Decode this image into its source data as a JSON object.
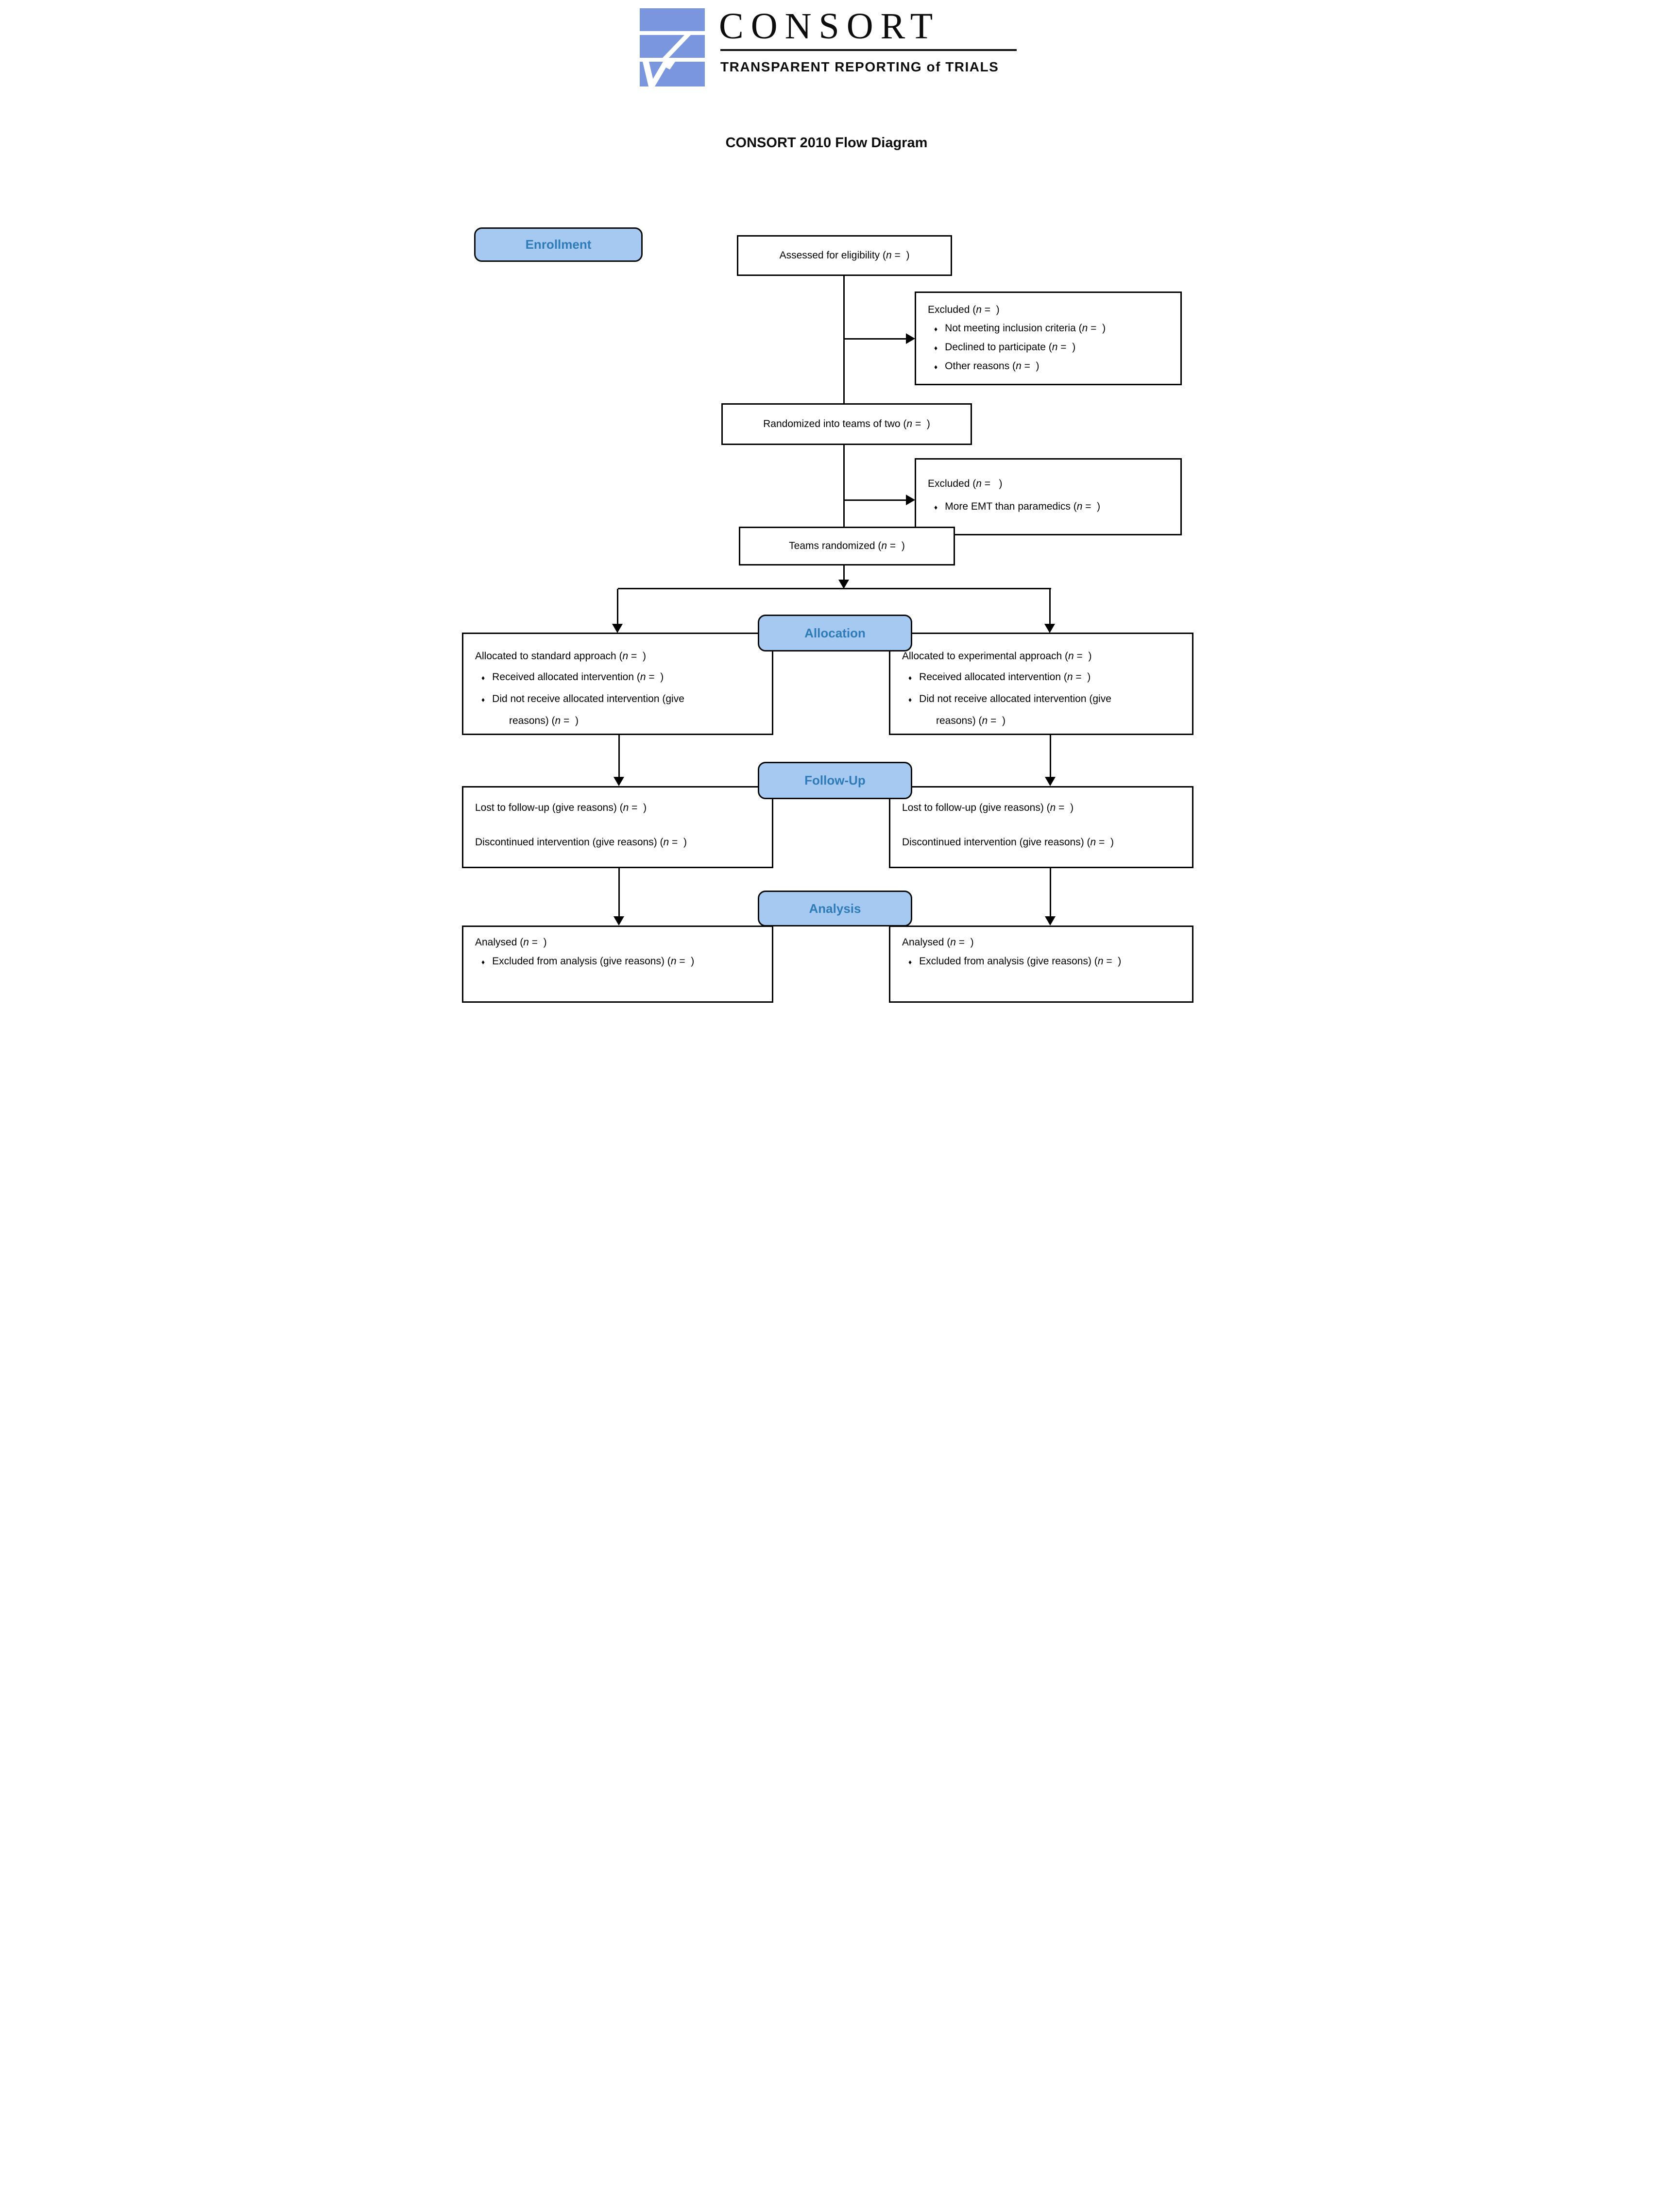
{
  "title": "CONSORT 2010 Flow Diagram",
  "logo": {
    "wordmark": "CONSORT",
    "tagline": "TRANSPARENT REPORTING of TRIALS"
  },
  "bullet": "♦",
  "colors": {
    "label_fill": "#A6C9F2",
    "label_text": "#2E7BB8",
    "logo_mark": "#7A96DF",
    "line": "#000000"
  },
  "stages": {
    "enrollment": "Enrollment",
    "allocation": "Allocation",
    "followup": "Follow-Up",
    "analysis": "Analysis"
  },
  "boxes": {
    "assessed": "Assessed for eligibility (n =  )",
    "excluded_enrollment": {
      "title": "Excluded (n =  )",
      "items": [
        "Not meeting inclusion criteria (n =  )",
        "Declined to participate (n =  )",
        "Other reasons (n =  )"
      ]
    },
    "randomized": "Randomized into teams of two (n =  )",
    "excluded_randomization": {
      "title": "Excluded (n =   )",
      "items": [
        "More EMT than paramedics (n =  )"
      ]
    },
    "teams_randomized": "Teams randomized (n =  )",
    "allocation_left": {
      "title": "Allocated to standard approach (n =  )",
      "bullet1": "Received allocated intervention (n =  )",
      "bullet2_line1": "Did not receive allocated intervention (give",
      "bullet2_line2": "reasons) (n =  )"
    },
    "allocation_right": {
      "title": "Allocated to experimental approach (n =  )",
      "bullet1": "Received allocated intervention (n =  )",
      "bullet2_line1": "Did not receive allocated intervention (give",
      "bullet2_line2": "reasons) (n =  )"
    },
    "followup_left": {
      "line1": "Lost to follow-up (give reasons) (n =  )",
      "line2": "Discontinued intervention (give reasons) (n =  )"
    },
    "followup_right": {
      "line1": "Lost to follow-up (give reasons) (n =  )",
      "line2": "Discontinued intervention (give reasons) (n =  )"
    },
    "analysis_left": {
      "title": "Analysed (n =  )",
      "item": "Excluded from analysis (give reasons) (n =  )"
    },
    "analysis_right": {
      "title": "Analysed (n =  )",
      "item": "Excluded from analysis (give reasons) (n =  )"
    }
  }
}
